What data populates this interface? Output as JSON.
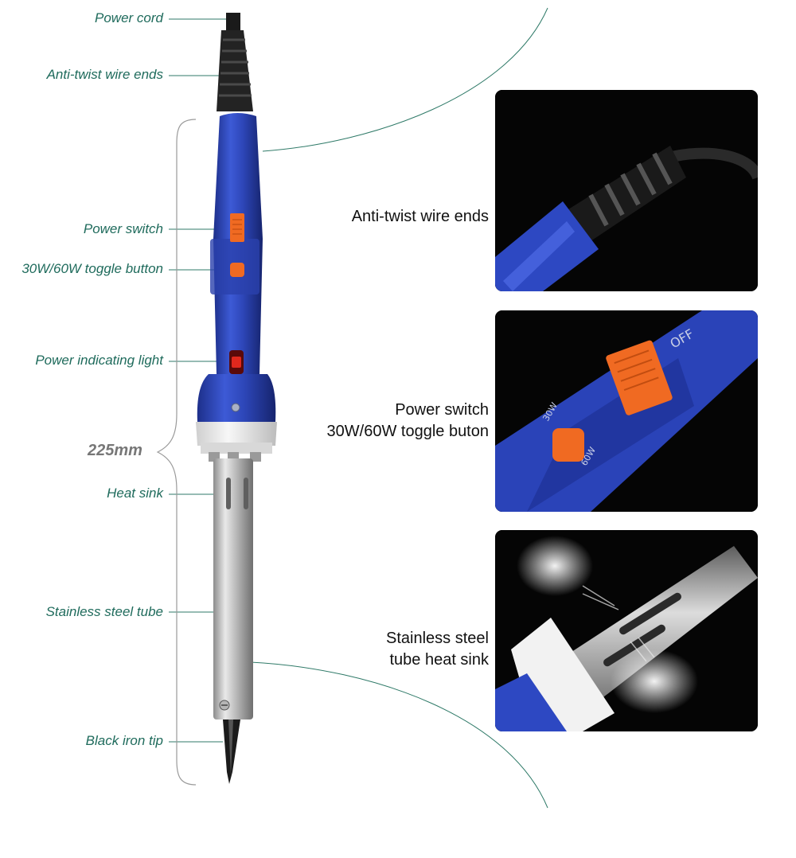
{
  "callouts": {
    "power_cord": "Power cord",
    "anti_twist": "Anti-twist wire ends",
    "power_switch": "Power switch",
    "toggle_button": "30W/60W toggle button",
    "indicator_light": "Power indicating light",
    "heat_sink": "Heat sink",
    "steel_tube": "Stainless steel tube",
    "iron_tip": "Black iron tip"
  },
  "dimension": "225mm",
  "details": [
    {
      "caption_lines": [
        "Anti-twist wire ends"
      ],
      "photo_icon": "cord-closeup"
    },
    {
      "caption_lines": [
        "Power switch",
        "30W/60W toggle buton"
      ],
      "photo_icon": "switch-closeup"
    },
    {
      "caption_lines": [
        "Stainless steel",
        "tube heat sink"
      ],
      "photo_icon": "heatsink-closeup"
    }
  ],
  "photo_text": {
    "off": "OFF",
    "w30": "30W",
    "w60": "60W"
  },
  "colors": {
    "callout_text": "#1f6b5c",
    "body_blue": "#2c44b3",
    "switch_orange": "#f06a22",
    "photo_bg": "#050505"
  }
}
